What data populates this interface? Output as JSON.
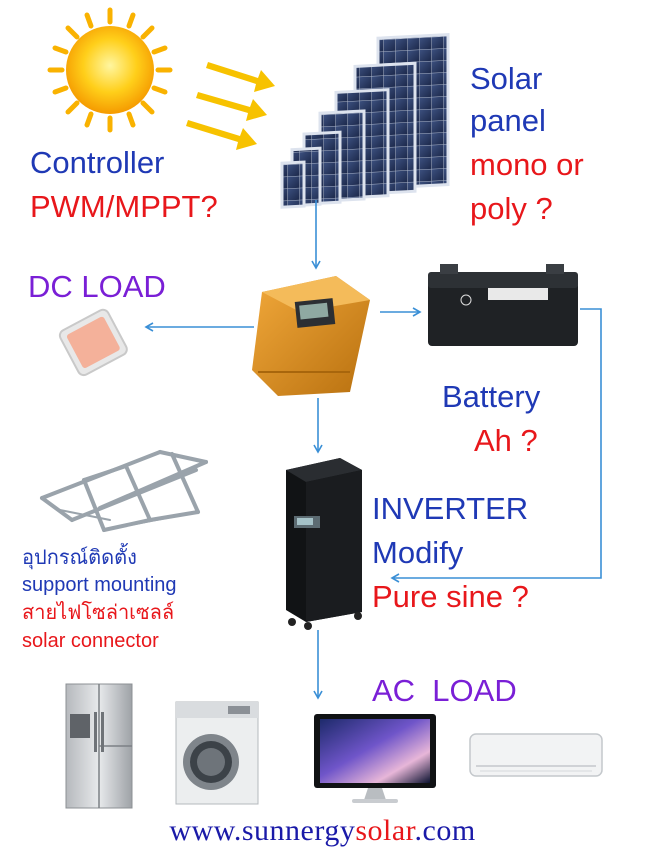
{
  "labels": {
    "solar_panel_1": "Solar",
    "solar_panel_2": "panel",
    "mono_or_1": "mono or",
    "mono_or_2": "poly ?",
    "controller": "Controller",
    "pwm_mppt": "PWM/MPPT?",
    "dc_load": "DC LOAD",
    "battery": "Battery",
    "battery_ah": "Ah ?",
    "inverter": "INVERTER",
    "modify": "Modify",
    "pure_sine": "Pure sine ?",
    "mounting_th": "อุปกรณ์ติดตั้ง",
    "mounting_en": "support mounting",
    "connector_th": "สายไฟโซล่าเซลล์",
    "connector_en": "solar connector",
    "ac_load": "AC  LOAD"
  },
  "website": {
    "prefix": "www.sunnergy",
    "accent": "solar",
    "suffix": ".com"
  },
  "colors": {
    "label_blue": "#1f39b5",
    "label_red": "#e8171b",
    "label_purple": "#7a1fd6",
    "arrow_blue": "#3a8fd6",
    "sun": "#f7b500",
    "controller": "#d98a1c"
  },
  "icons": [
    "sun-icon",
    "solar-panels-icon",
    "charge-controller-icon",
    "battery-icon",
    "phone-icon",
    "mounting-rack-icon",
    "inverter-icon",
    "refrigerator-icon",
    "washing-machine-icon",
    "monitor-icon",
    "air-conditioner-icon"
  ]
}
